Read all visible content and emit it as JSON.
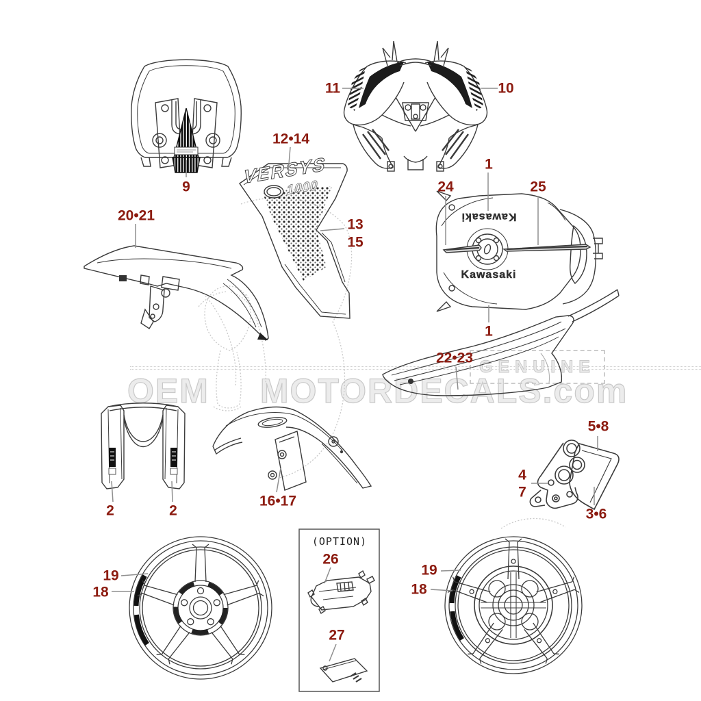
{
  "diagram": {
    "type": "motorcycle-decal-parts-diagram",
    "colors": {
      "callout": "#8c1b10",
      "line": "#3b3b3b",
      "leader": "#8f8f8f",
      "watermark": "#cccccc"
    }
  },
  "watermark": {
    "brand_left": "OEM",
    "brand_right": "MOTORDECALS.com",
    "genuine": "GENUINE"
  },
  "tank": {
    "brand": "Kawasaki"
  },
  "side_panel": {
    "model": "VERSYS",
    "displacement": "1000"
  },
  "option_box": {
    "title": "(OPTION)"
  },
  "callouts": {
    "c9": "9",
    "c11": "11",
    "c10": "10",
    "c12_14": "12•14",
    "c13": "13",
    "c15": "15",
    "c1_top": "1",
    "c24": "24",
    "c25": "25",
    "c1_bottom": "1",
    "c20_21": "20•21",
    "c22_23": "22•23",
    "c2_left": "2",
    "c2_right": "2",
    "c16_17": "16•17",
    "c5_8": "5•8",
    "c4": "4",
    "c7": "7",
    "c3_6": "3•6",
    "c19_front": "19",
    "c18_front": "18",
    "c26": "26",
    "c27": "27",
    "c19_rear": "19",
    "c18_rear": "18"
  }
}
